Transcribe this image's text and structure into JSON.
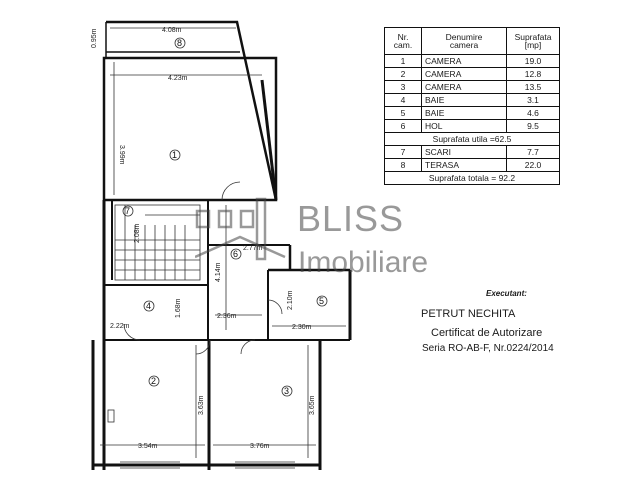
{
  "table": {
    "header": {
      "nr": "Nr.\ncam.",
      "name": "Denumire\ncamera",
      "area": "Suprafata\n[mp]"
    },
    "rows": [
      {
        "nr": "1",
        "name": "CAMERA",
        "area": "19.0"
      },
      {
        "nr": "2",
        "name": "CAMERA",
        "area": "12.8"
      },
      {
        "nr": "3",
        "name": "CAMERA",
        "area": "13.5"
      },
      {
        "nr": "4",
        "name": "BAIE",
        "area": "3.1"
      },
      {
        "nr": "5",
        "name": "BAIE",
        "area": "4.6"
      },
      {
        "nr": "6",
        "name": "HOL",
        "area": "9.5"
      }
    ],
    "useful": "Suprafata utila =62.5",
    "extra_rows": [
      {
        "nr": "7",
        "name": "SCARI",
        "area": "7.7"
      },
      {
        "nr": "8",
        "name": "TERASA",
        "area": "22.0"
      }
    ],
    "total": "Suprafata totala = 92.2"
  },
  "watermark": {
    "brand": "BLISS",
    "sub": "Imobiliare"
  },
  "executant": {
    "label": "Executant:",
    "name": "PETRUT NECHITA",
    "cert": "Certificat de Autorizare",
    "serie": "Seria RO-AB-F, Nr.0224/2014"
  },
  "plan": {
    "rooms": {
      "r1": "1",
      "r2": "2",
      "r3": "3",
      "r4": "4",
      "r5": "5",
      "r6": "6",
      "r7": "7",
      "r8": "8"
    },
    "dims": {
      "d408": "4.08m",
      "d095": "0.95m",
      "d423": "4.23m",
      "d399": "3.99m",
      "d277": "2.77m",
      "d414": "4.14m",
      "d210": "2.10m",
      "d230": "2.30m",
      "d222": "2.22m",
      "d168": "1.68m",
      "d236": "2.36m",
      "d363": "3.63m",
      "d365": "3.65m",
      "d354": "3.54m",
      "d376": "3.76m",
      "d208": "2.08m"
    }
  }
}
